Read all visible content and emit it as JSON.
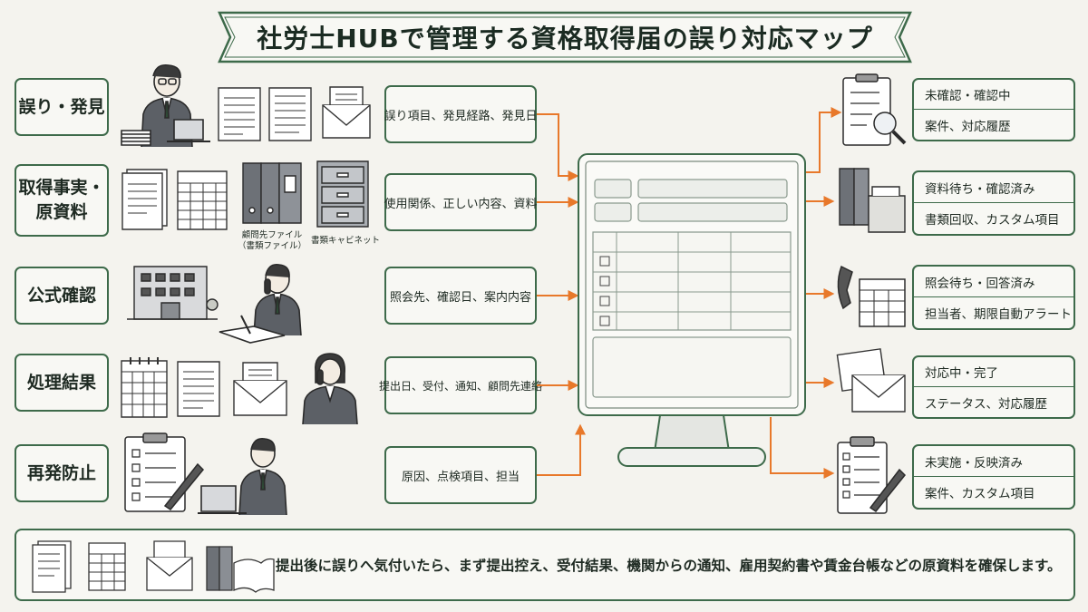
{
  "title": "社労士HUBで管理する資格取得届の誤り対応マップ",
  "categories": [
    {
      "label": "誤り・発見"
    },
    {
      "label": "取得事実・\n原資料"
    },
    {
      "label": "公式確認"
    },
    {
      "label": "処理結果"
    },
    {
      "label": "再発防止"
    }
  ],
  "captions": {
    "binders": "顧問先ファイル\n（書類ファイル）",
    "cabinet": "書類キャビネット"
  },
  "fields": [
    "誤り項目、発見経路、発見日",
    "使用関係、正しい内容、資料",
    "照会先、確認日、案内内容",
    "提出日、受付、通知、顧問先連絡",
    "原因、点検項目、担当"
  ],
  "statuses": [
    {
      "status": "未確認・確認中",
      "fields": "案件、対応履歴"
    },
    {
      "status": "資料待ち・確認済み",
      "fields": "書類回収、カスタム項目"
    },
    {
      "status": "照会待ち・回答済み",
      "fields": "担当者、期限自動アラート"
    },
    {
      "status": "対応中・完了",
      "fields": "ステータス、対応履歴"
    },
    {
      "status": "未実施・反映済み",
      "fields": "案件、カスタム項目"
    }
  ],
  "footer": "提出後に誤りへ気付いたら、まず提出控え、受付結果、機関からの通知、雇用契約書や賃金台帳などの原資料を確保します。",
  "icons": [
    "person-at-laptop-icon",
    "document-icon",
    "envelope-icon",
    "binder-icon",
    "cabinet-icon",
    "office-building-icon",
    "person-on-phone-icon",
    "calendar-icon",
    "checklist-icon",
    "magnifier-icon",
    "file-box-icon",
    "telephone-icon",
    "pen-icon",
    "monitor-icon",
    "open-book-icon"
  ],
  "colors": {
    "frame": "#3d6a4a",
    "arrow": "#e8782a",
    "background": "#f4f3ee"
  }
}
